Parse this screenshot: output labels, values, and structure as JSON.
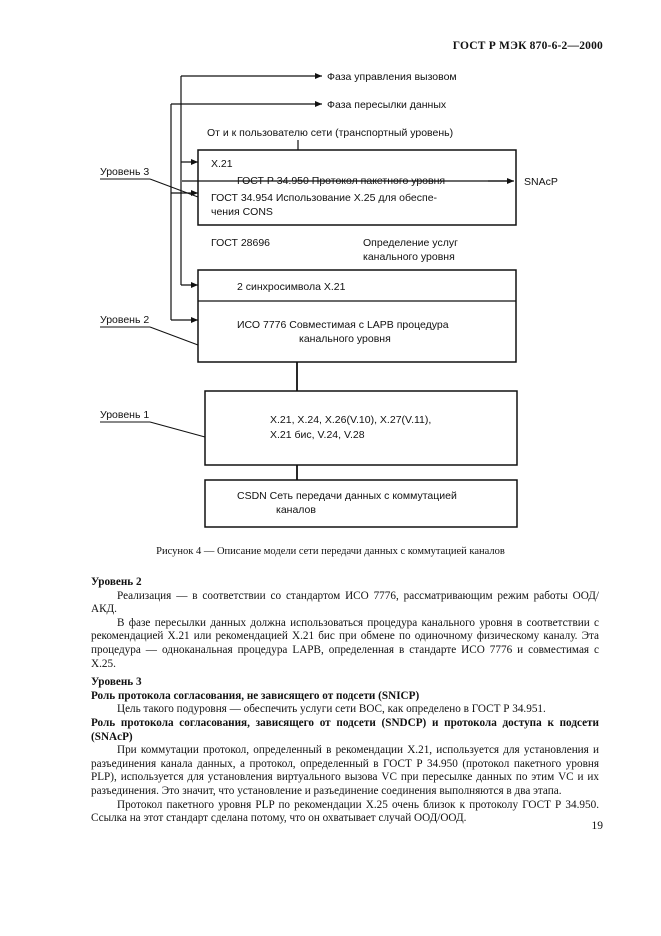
{
  "header": {
    "doc_code": "ГОСТ Р МЭК 870-6-2—2000"
  },
  "diagram": {
    "top_labels": {
      "call_control": "Фаза управления вызовом",
      "data_transfer": "Фаза пересылки данных",
      "to_from_user": "От и к пользователю сети (транспортный уровень)"
    },
    "levels": {
      "level3": "Уровень 3",
      "level2": "Уровень 2",
      "level1": "Уровень 1"
    },
    "box1": {
      "line1": "X.21",
      "line2": "ГОСТ Р 34.950  Протокол пакетного уровня",
      "line3": "ГОСТ 34.954  Использование X.25 для обеспе-",
      "line4": "чения CONS"
    },
    "snacp": "SNAcP",
    "mid_left": "ГОСТ 28696",
    "mid_right_1": "Определение услуг",
    "mid_right_2": "канального уровня",
    "box2": {
      "top": "2 синхросимвола X.21",
      "line1": "ИСО 7776  Совместимая с LAPB процедура",
      "line2": "канального уровня"
    },
    "box3": {
      "line1": "X.21, X.24, X.26(V.10), X.27(V.11),",
      "line2": "X.21 бис, V.24, V.28"
    },
    "box4": {
      "line1": "CSDN  Сеть передачи данных с коммутацией",
      "line2": "каналов"
    }
  },
  "caption": "Рисунок 4 — Описание модели сети передачи данных с коммутацией каналов",
  "body": {
    "h_level2": "Уровень 2",
    "p1": "Реализация — в соответствии со стандартом ИСО 7776, рассматривающим режим работы ООД/АКД.",
    "p2": "В фазе пересылки данных должна использоваться процедура канального уровня в соответствии с рекомендацией X.21 или рекомендацией X.21 бис при обмене по одиночному физическому каналу. Эта процедура — одноканальная процедура LAPB, определенная в стандарте ИСО 7776 и совместимая с X.25.",
    "h_level3": "Уровень 3",
    "h_snicp": "Роль протокола согласования, не зависящего от подсети (SNICP)",
    "p3": "Цель такого подуровня — обеспечить услуги сети ВОС, как определено в ГОСТ Р 34.951.",
    "h_sndcp": "Роль протокола согласования, зависящего от подсети (SNDCP) и протокола доступа к подсети (SNAcP)",
    "p4": "При коммутации протокол, определенный в рекомендации X.21, используется для установления и разъединения канала данных, а протокол, определенный в ГОСТ Р 34.950 (протокол пакетного уровня PLP), используется для установления виртуального вызова VC при пересылке данных по этим VC и их разъединения. Это значит, что установление и разъединение соединения выполняются в два этапа.",
    "p5": "Протокол пакетного уровня PLP по рекомендации X.25 очень близок к протоколу ГОСТ Р 34.950. Ссылка на этот стандарт сделана потому, что он охватывает случай ООД/ООД."
  },
  "page_number": "19"
}
